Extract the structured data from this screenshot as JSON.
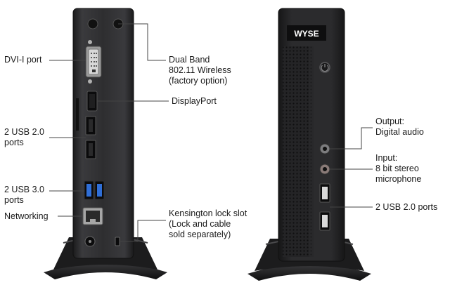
{
  "back_labels": {
    "dvi": [
      "DVI-I port"
    ],
    "wireless": [
      "Dual Band",
      "802.11 Wireless",
      "(factory option)"
    ],
    "displayport": [
      "DisplayPort"
    ],
    "usb20": [
      "2 USB 2.0",
      "ports"
    ],
    "usb30": [
      "2 USB 3.0",
      "ports"
    ],
    "networking": [
      "Networking"
    ],
    "kensington": [
      "Kensington lock slot",
      "(Lock and cable",
      "sold separately)"
    ]
  },
  "front_labels": {
    "output": [
      "Output:",
      "Digital audio"
    ],
    "input": [
      "Input:",
      "8 bit stereo",
      "microphone"
    ],
    "usb20": [
      "2 USB 2.0 ports"
    ]
  },
  "brand_logo": "WYSE",
  "colors": {
    "chassis": "#2c2c2e",
    "chassis_edge": "#151516",
    "stand": "#1c1c1d",
    "usb3_blue": "#2f6ed6",
    "leader_line": "#444444"
  }
}
